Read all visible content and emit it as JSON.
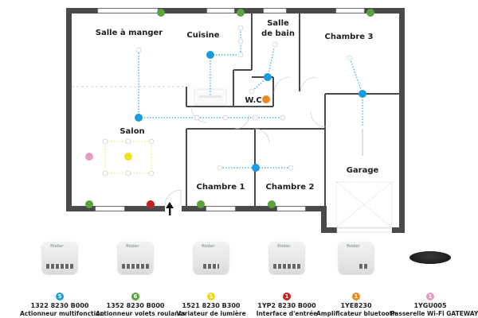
{
  "rooms": [
    {
      "id": "salle-a-manger",
      "label": "Salle à manger"
    },
    {
      "id": "cuisine",
      "label": "Cuisine"
    },
    {
      "id": "salle-de-bain",
      "label_line1": "Salle",
      "label_line2": "de bain"
    },
    {
      "id": "chambre-3",
      "label": "Chambre 3"
    },
    {
      "id": "wc",
      "label": "W.C"
    },
    {
      "id": "salon",
      "label": "Salon"
    },
    {
      "id": "chambre-1",
      "label": "Chambre 1"
    },
    {
      "id": "chambre-2",
      "label": "Chambre 2"
    },
    {
      "id": "garage",
      "label": "Garage"
    }
  ],
  "colors": {
    "wall": "#4a4a4a",
    "multifonction": "#1a9be0",
    "volets": "#5aa23c",
    "variateur": "#f0e020",
    "interface": "#c8201e",
    "bluetooth": "#ea8a20",
    "gateway": "#e79ac0",
    "wiring_blue": "#28a8e8",
    "wiring_yellow": "#f2e34a"
  },
  "products": [
    {
      "count": "5",
      "code": "1322 8230 B000",
      "name": "Actionneur multifonction",
      "color": "#1a9be0",
      "type": "module"
    },
    {
      "count": "6",
      "code": "1352 8230 B000",
      "name": "Actionneur volets roulants",
      "color": "#5aa23c",
      "type": "module"
    },
    {
      "count": "1",
      "code": "1521 8230 B300",
      "name": "Variateur de lumière",
      "color": "#f2d816",
      "type": "module"
    },
    {
      "count": "1",
      "code": "1YP2 8230 B000",
      "name": "Interface d'entrée",
      "color": "#c8201e",
      "type": "module"
    },
    {
      "count": "1",
      "code": "1YE8230",
      "name": "Amplificateur bluetooth",
      "color": "#ea8a20",
      "type": "module-small"
    },
    {
      "count": "1",
      "code": "1YGU005",
      "name": "Passerelle Wi-Fi GATEWAY",
      "color": "#e79ac0",
      "type": "gateway"
    }
  ],
  "brand": "finder",
  "entrance_icon": "arrow-up-icon"
}
